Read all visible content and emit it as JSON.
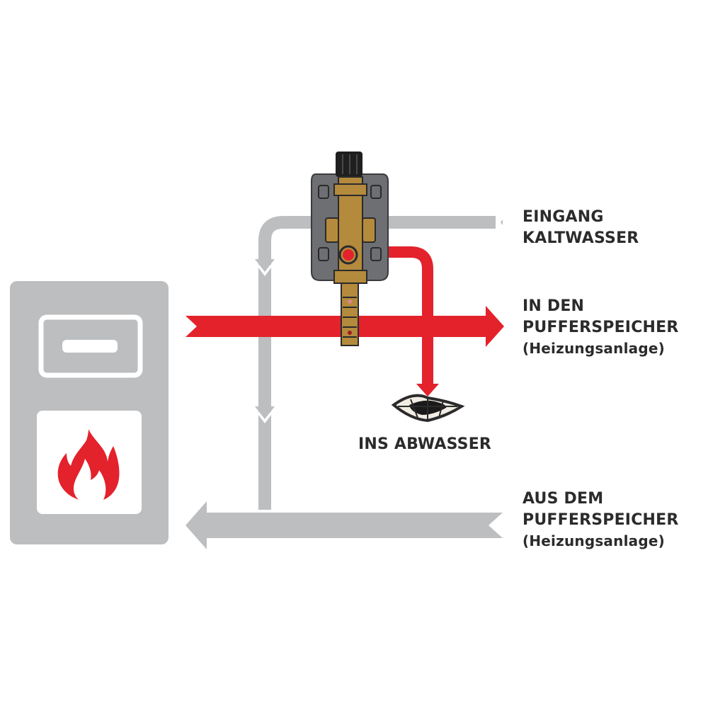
{
  "labels": {
    "cold_water_inlet": {
      "line1": "EINGANG",
      "line2": "KALTWASSER"
    },
    "to_buffer": {
      "line1": "IN DEN",
      "line2": "PUFFERSPEICHER",
      "line3": "(Heizungsanlage)"
    },
    "to_drain": {
      "line1": "INS ABWASSER"
    },
    "from_buffer": {
      "line1": "AUS DEM",
      "line2": "PUFFERSPEICHER",
      "line3": "(Heizungsanlage)"
    }
  },
  "colors": {
    "hot_flow": "#e3222c",
    "cold_flow": "#bcbec0",
    "boiler_body": "#bcbec0",
    "flame": "#e3222c",
    "valve_brass": "#b48a3c",
    "valve_housing": "#6d6f72",
    "text": "#2b2b2b"
  },
  "icons": {
    "boiler": "boiler-icon",
    "flame": "flame-icon",
    "valve": "thermal-discharge-valve-icon",
    "drain": "floor-drain-icon"
  }
}
